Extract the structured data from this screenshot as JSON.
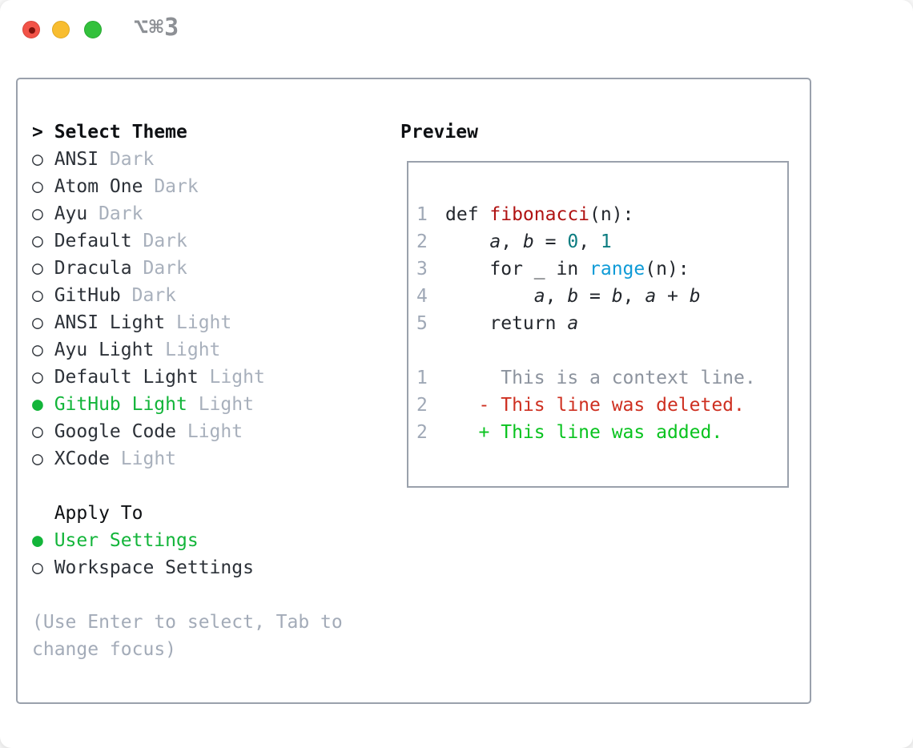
{
  "window": {
    "title": "⌥⌘3"
  },
  "markers": {
    "focus": ">",
    "selected": "●",
    "unselected": "○"
  },
  "theme_list": {
    "header": "Select Theme",
    "items": [
      {
        "name": "ANSI",
        "variant": "Dark",
        "selected": false
      },
      {
        "name": "Atom One",
        "variant": "Dark",
        "selected": false
      },
      {
        "name": "Ayu",
        "variant": "Dark",
        "selected": false
      },
      {
        "name": "Default",
        "variant": "Dark",
        "selected": false
      },
      {
        "name": "Dracula",
        "variant": "Dark",
        "selected": false
      },
      {
        "name": "GitHub",
        "variant": "Dark",
        "selected": false
      },
      {
        "name": "ANSI Light",
        "variant": "Light",
        "selected": false
      },
      {
        "name": "Ayu Light",
        "variant": "Light",
        "selected": false
      },
      {
        "name": "Default Light",
        "variant": "Light",
        "selected": false
      },
      {
        "name": "GitHub Light",
        "variant": "Light",
        "selected": true
      },
      {
        "name": "Google Code",
        "variant": "Light",
        "selected": false
      },
      {
        "name": "XCode",
        "variant": "Light",
        "selected": false
      }
    ]
  },
  "apply_to": {
    "header": "Apply To",
    "items": [
      {
        "name": "User Settings",
        "selected": true
      },
      {
        "name": "Workspace Settings",
        "selected": false
      }
    ]
  },
  "help_lines": [
    "(Use Enter to select, Tab to",
    "change focus)"
  ],
  "preview": {
    "label": "Preview",
    "lines": [
      {
        "num": "1",
        "segments": [
          {
            "text": "def ",
            "color": "fg"
          },
          {
            "text": "fibonacci",
            "color": "func"
          },
          {
            "text": "(n):",
            "color": "fg"
          }
        ]
      },
      {
        "num": "2",
        "segments": [
          {
            "text": "    ",
            "color": "fg"
          },
          {
            "text": "a",
            "color": "var"
          },
          {
            "text": ", ",
            "color": "fg"
          },
          {
            "text": "b",
            "color": "var"
          },
          {
            "text": " = ",
            "color": "fg"
          },
          {
            "text": "0",
            "color": "num"
          },
          {
            "text": ", ",
            "color": "fg"
          },
          {
            "text": "1",
            "color": "num"
          }
        ]
      },
      {
        "num": "3",
        "segments": [
          {
            "text": "    for _ in ",
            "color": "fg"
          },
          {
            "text": "range",
            "color": "builtin"
          },
          {
            "text": "(n):",
            "color": "fg"
          }
        ]
      },
      {
        "num": "4",
        "segments": [
          {
            "text": "        ",
            "color": "fg"
          },
          {
            "text": "a",
            "color": "var"
          },
          {
            "text": ", ",
            "color": "fg"
          },
          {
            "text": "b",
            "color": "var"
          },
          {
            "text": " = ",
            "color": "fg"
          },
          {
            "text": "b",
            "color": "var"
          },
          {
            "text": ", ",
            "color": "fg"
          },
          {
            "text": "a",
            "color": "var"
          },
          {
            "text": " + ",
            "color": "fg"
          },
          {
            "text": "b",
            "color": "var"
          }
        ]
      },
      {
        "num": "5",
        "segments": [
          {
            "text": "    return ",
            "color": "fg"
          },
          {
            "text": "a",
            "color": "var"
          }
        ]
      },
      {
        "num": "",
        "segments": []
      },
      {
        "num": "1",
        "segments": [
          {
            "text": "     This is a context line.",
            "color": "context"
          }
        ]
      },
      {
        "num": "2",
        "segments": [
          {
            "text": "   - This line was deleted.",
            "color": "deleted"
          }
        ]
      },
      {
        "num": "2",
        "segments": [
          {
            "text": "   + This line was added.",
            "color": "added"
          }
        ]
      }
    ]
  },
  "colors": {
    "accent_green": "#13b53a",
    "text_dark": "#2c3138",
    "text_header": "#0e1013",
    "text_muted": "#a8b0bc",
    "help_text": "#a3abb8",
    "border": "#9aa1ac",
    "title_gray": "#8d9095",
    "code_fg": "#23272d",
    "code_func": "#b01313",
    "code_number": "#0b7c80",
    "code_builtin": "#0f9bd7",
    "line_number": "#9fa8b6",
    "diff_context": "#8c939e",
    "diff_deleted": "#ce3021",
    "diff_added": "#09c31f",
    "traffic_red": "#f25348",
    "traffic_yellow": "#f8bd30",
    "traffic_green": "#33c13c"
  }
}
